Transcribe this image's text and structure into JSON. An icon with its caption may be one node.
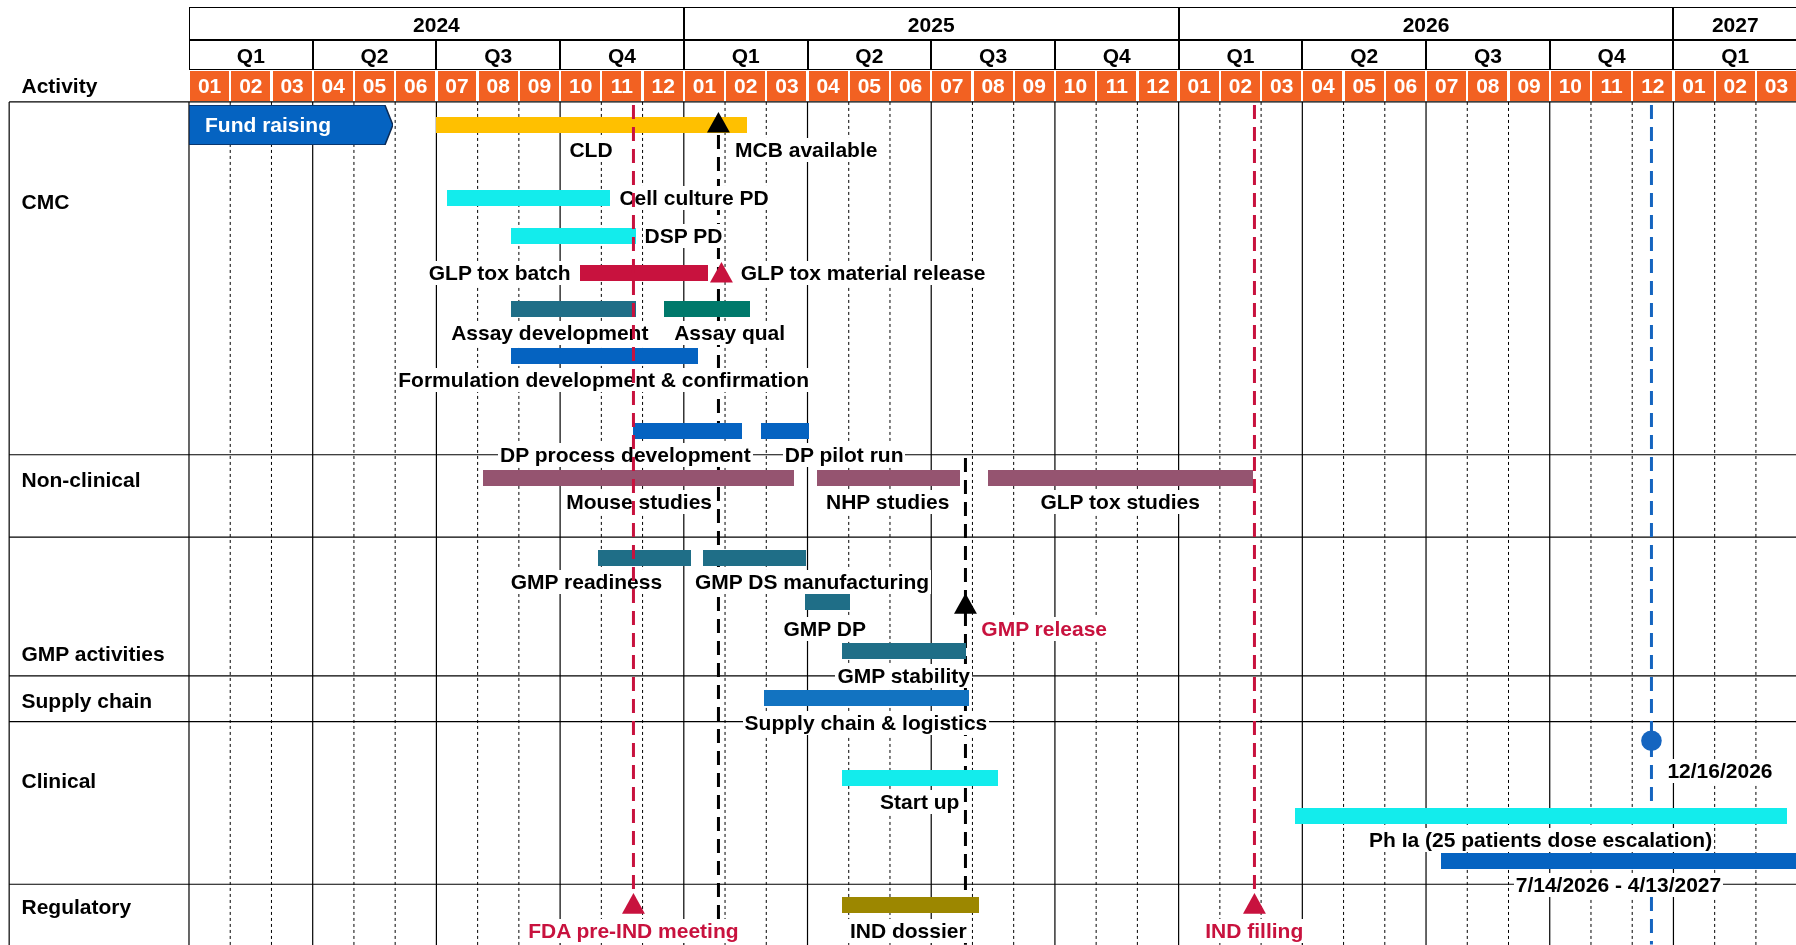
{
  "diagram": {
    "nodes": [
      {
        "text": [
          "Fund raising"
        ]
      },
      {
        "text": [],
        "shape": "bar",
        "beside": [
          "CLD"
        ]
      },
      {
        "text": [],
        "shape": "triangle",
        "beside": [
          "MCB available"
        ]
      },
      {
        "text": [],
        "shape": "bar",
        "beside": [
          "Cell culture PD"
        ]
      },
      {
        "text": [],
        "shape": "bar",
        "beside": [
          "DSP PD"
        ]
      },
      {
        "text": [],
        "shape": "bar",
        "beside": [
          "GLP tox batch"
        ]
      },
      {
        "text": [],
        "shape": "triangle",
        "beside": [
          "GLP tox material release"
        ]
      },
      {
        "text": [],
        "shape": "bar",
        "beside": [
          "Assay development"
        ]
      },
      {
        "text": [],
        "shape": "bar",
        "beside": [
          "Assay qual"
        ]
      },
      {
        "text": [],
        "shape": "bar",
        "beside": [
          "Formulation development & confirmation"
        ]
      },
      {
        "text": [],
        "shape": "bar",
        "beside": [
          "DP process development"
        ]
      },
      {
        "text": [],
        "shape": "bar",
        "beside": [
          "DP pilot run"
        ]
      },
      {
        "text": [],
        "shape": "bar",
        "beside": [
          "Mouse studies"
        ]
      },
      {
        "text": [],
        "shape": "bar",
        "beside": [
          "NHP studies"
        ]
      },
      {
        "text": [],
        "shape": "bar",
        "beside": [
          "GLP tox studies"
        ]
      },
      {
        "text": [],
        "shape": "bar",
        "beside": [
          "GMP readiness"
        ]
      },
      {
        "text": [],
        "shape": "bar",
        "beside": [
          "GMP DS manufacturing"
        ]
      },
      {
        "text": [],
        "shape": "bar",
        "beside": [
          "GMP DP"
        ]
      },
      {
        "text": [],
        "shape": "triangle",
        "beside": [
          "GMP release"
        ]
      },
      {
        "text": [],
        "shape": "bar",
        "beside": [
          "GMP stability"
        ]
      },
      {
        "text": [],
        "shape": "bar",
        "beside": [
          "Supply chain & logistics"
        ]
      },
      {
        "text": [],
        "shape": "circle",
        "beside": [
          "12/16/2026"
        ]
      },
      {
        "text": [],
        "shape": "bar",
        "beside": [
          "Start up"
        ]
      },
      {
        "text": [],
        "shape": "bar",
        "beside": [
          "Ph Ia (25 patients dose escalation)"
        ]
      },
      {
        "text": [],
        "shape": "bar",
        "beside": [
          "7/14/2026 - 4/13/2027"
        ]
      },
      {
        "text": [],
        "shape": "triangle",
        "beside": [
          "FDA pre-IND meeting"
        ]
      },
      {
        "text": [],
        "shape": "bar",
        "beside": [
          "IND dossier"
        ]
      },
      {
        "text": [],
        "shape": "triangle",
        "beside": [
          "IND filling"
        ]
      }
    ],
    "labels": [
      "2024",
      "2025",
      "2026",
      "2027",
      "Q1",
      "Q2",
      "Q3",
      "Q4",
      "Q1",
      "Q2",
      "Q3",
      "Q4",
      "Q1",
      "Q2",
      "Q3",
      "Q4",
      "Q1",
      "Activity",
      "01",
      "02",
      "03",
      "04",
      "05",
      "06",
      "07",
      "08",
      "09",
      "10",
      "11",
      "12",
      "01",
      "02",
      "03",
      "04",
      "05",
      "06",
      "07",
      "08",
      "09",
      "10",
      "11",
      "12",
      "01",
      "02",
      "03",
      "04",
      "05",
      "06",
      "07",
      "08",
      "09",
      "10",
      "11",
      "12",
      "01",
      "02",
      "03",
      "CMC",
      "Non-clinical",
      "GMP activities",
      "Supply chain",
      "Clinical",
      "Regulatory"
    ]
  }
}
